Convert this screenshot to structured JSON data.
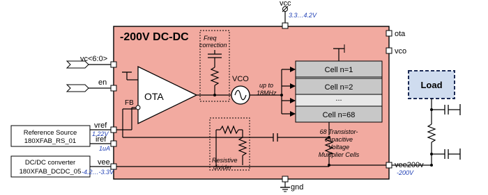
{
  "title": "-200V DC-DC",
  "top_pin": {
    "name": "vcc",
    "range": "3.3…4.2V"
  },
  "bottom_pin": {
    "name": "gnd"
  },
  "right_pins": {
    "ota": "ota",
    "vco": "vco",
    "vee200v": "vee200v",
    "vee200v_value": "-200V"
  },
  "left_inputs": {
    "vc": "vc<6:0>",
    "en": "en"
  },
  "left_pins": {
    "vref": "vref",
    "vref_value": "1.22V",
    "iref": "iref",
    "iref_value": "1uA",
    "vee": "vee",
    "vee_value": "-4.2…-3.3V"
  },
  "reference_box": {
    "line1": "Reference Source",
    "line2": "180XFAB_RS_01"
  },
  "dcdc_box": {
    "line1": "DC/DC converter",
    "line2": "180XFAB_DCDC_05"
  },
  "blocks": {
    "ota": "OTA",
    "fb": "FB",
    "vco": "VCO",
    "freq_correction_1": "Freq",
    "freq_correction_2": "correction",
    "freq_limit_1": "up to",
    "freq_limit_2": "18MHz",
    "divider_1": "Resistive",
    "divider_2": "divider"
  },
  "cells": [
    "Cell n=1",
    "Cell n=2",
    "...",
    "Cell n=68"
  ],
  "cells_caption": [
    "68 Transistor-",
    "capacitive",
    "Voltage",
    "Multiplier Cells"
  ],
  "load": "Load",
  "colors": {
    "block_fill": "#f2aaa0",
    "cell_fill": "#c8c8c8",
    "cell_light": "#e8e8e8",
    "load_fill": "#cfdcef",
    "annotation": "#1f3fb5"
  }
}
